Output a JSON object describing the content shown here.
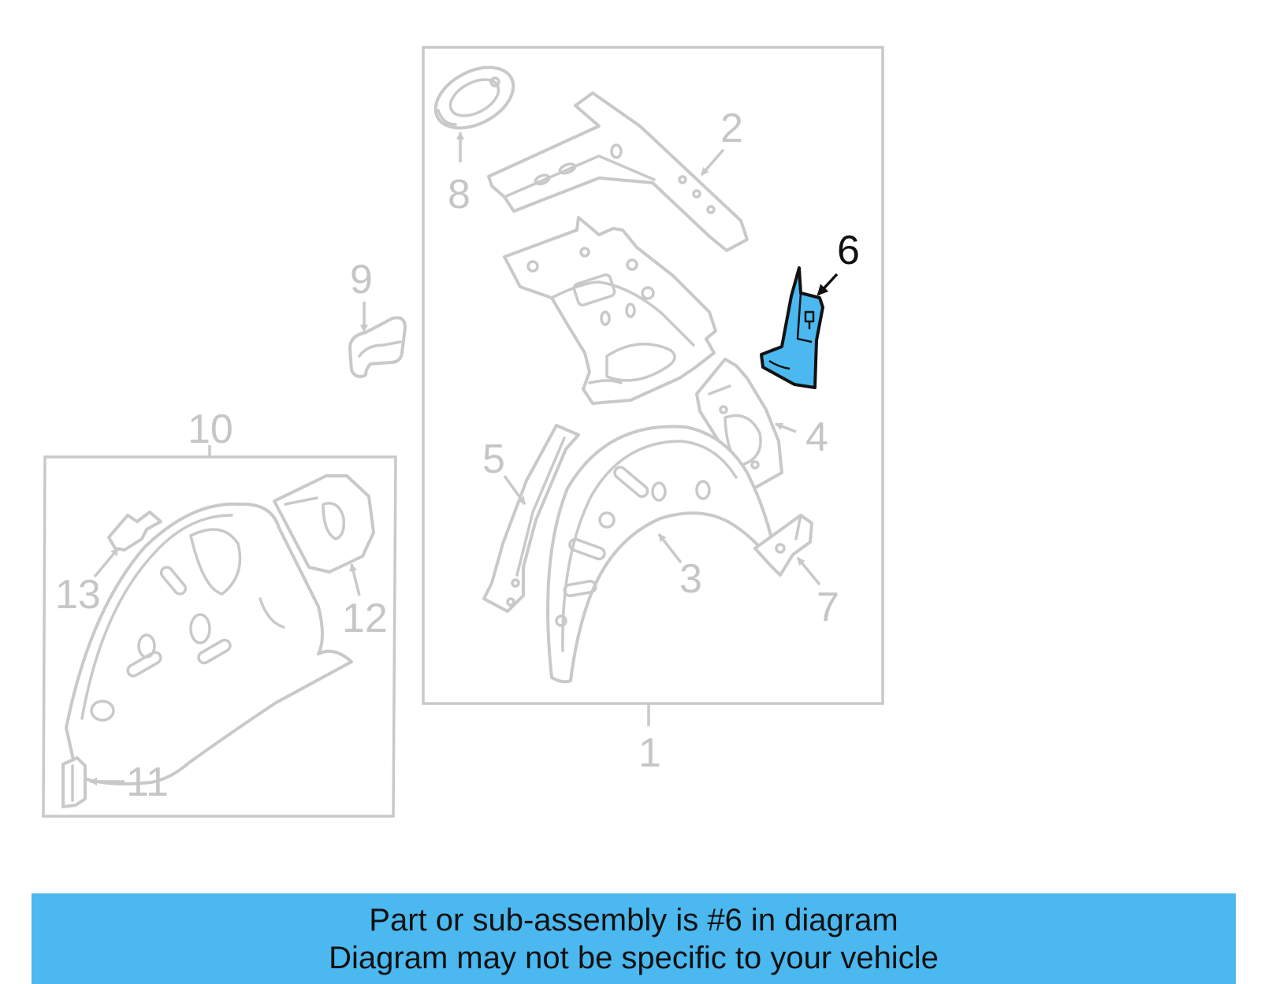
{
  "diagram": {
    "highlighted_part": "6",
    "callouts": {
      "c1": "1",
      "c2": "2",
      "c3": "3",
      "c4": "4",
      "c5": "5",
      "c6": "6",
      "c7": "7",
      "c8": "8",
      "c9": "9",
      "c10": "10",
      "c11": "11",
      "c12": "12",
      "c13": "13"
    },
    "colors": {
      "highlight": "#4bb8f0",
      "line_art": "#c9c9c9",
      "banner": "#4bb8f0"
    }
  },
  "banner": {
    "line1": "Part or sub-assembly is #6 in diagram",
    "line2": "Diagram may not be specific to your vehicle"
  }
}
